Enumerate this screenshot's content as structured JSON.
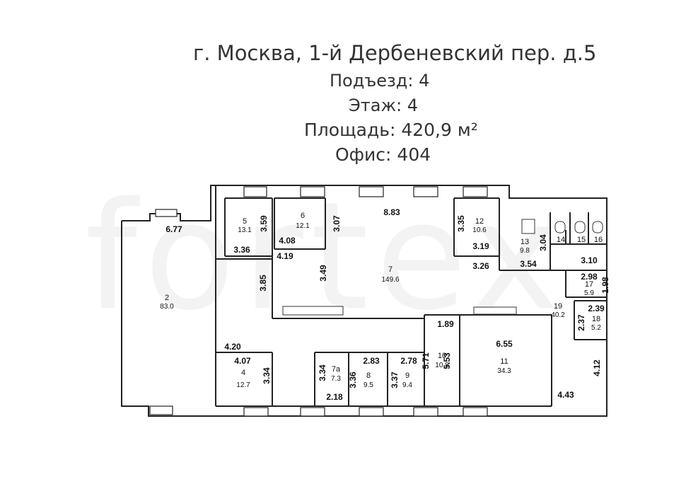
{
  "header": {
    "address": "г. Москва, 1-й Дербеневский пер. д.5",
    "entrance": "Подъезд: 4",
    "floor": "Этаж: 4",
    "area": "Площадь: 420,9 м²",
    "office": "Офис: 404"
  },
  "watermark": "fortex",
  "rooms": [
    {
      "num": "2",
      "area": "83.0"
    },
    {
      "num": "4",
      "area": "12.7"
    },
    {
      "num": "5",
      "area": "13.1"
    },
    {
      "num": "6",
      "area": "12.1"
    },
    {
      "num": "7",
      "area": "149.6"
    },
    {
      "num": "7а",
      "area": "7.3"
    },
    {
      "num": "8",
      "area": "9.5"
    },
    {
      "num": "9",
      "area": "9.4"
    },
    {
      "num": "10",
      "area": "10.8"
    },
    {
      "num": "11",
      "area": "34.3"
    },
    {
      "num": "12",
      "area": "10.6"
    },
    {
      "num": "13",
      "area": "9.8"
    },
    {
      "num": "14",
      "area": ""
    },
    {
      "num": "15",
      "area": ""
    },
    {
      "num": "16",
      "area": ""
    },
    {
      "num": "17",
      "area": "5.9"
    },
    {
      "num": "18",
      "area": "5.2"
    },
    {
      "num": "19",
      "area": "40.2"
    }
  ],
  "dims": [
    "6.77",
    "3.36",
    "3.59",
    "4.08",
    "4.19",
    "3.07",
    "8.83",
    "3.49",
    "3.85",
    "3.35",
    "3.19",
    "3.26",
    "3.04",
    "3.54",
    "3.10",
    "2.98",
    "1.98",
    "2.39",
    "2.37",
    "4.20",
    "4.07",
    "3.34",
    "3.34",
    "2.18",
    "2.83",
    "3.36",
    "2.78",
    "3.37",
    "1.89",
    "5.53",
    "5.71",
    "6.55",
    "4.12",
    "4.43"
  ]
}
